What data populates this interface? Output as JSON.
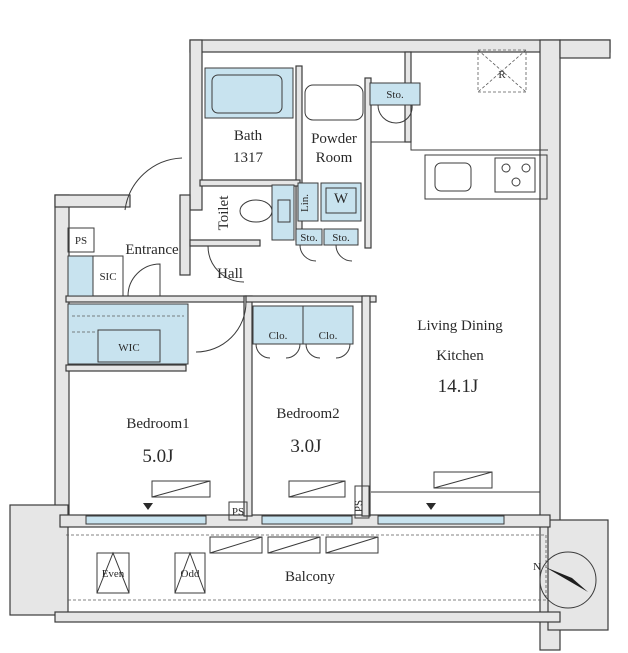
{
  "rooms": {
    "bath": {
      "label": "Bath",
      "size": "1317"
    },
    "powder_room": {
      "label_line1": "Powder",
      "label_line2": "Room"
    },
    "storage_top": "Sto.",
    "washer": "W",
    "linen": "Lin.",
    "storage_a": "Sto.",
    "storage_b": "Sto.",
    "toilet": "Toilet",
    "ps_top": "PS",
    "entrance": "Entrance",
    "sic": "SIC",
    "hall": "Hall",
    "wic": "WIC",
    "closet_a": "Clo.",
    "closet_b": "Clo.",
    "bedroom1": {
      "label": "Bedroom1",
      "area": "5.0J"
    },
    "bedroom2": {
      "label": "Bedroom2",
      "area": "3.0J"
    },
    "ldk": {
      "label_line1": "Living Dining",
      "label_line2": "Kitchen",
      "area": "14.1J"
    },
    "ps_mid": "PS",
    "ps_right": "PS",
    "balcony": "Balcony",
    "even": "Even",
    "odd": "Odd",
    "refrigerator": "R"
  },
  "compass": {
    "label": "N",
    "icon": "north-arrow-icon"
  }
}
